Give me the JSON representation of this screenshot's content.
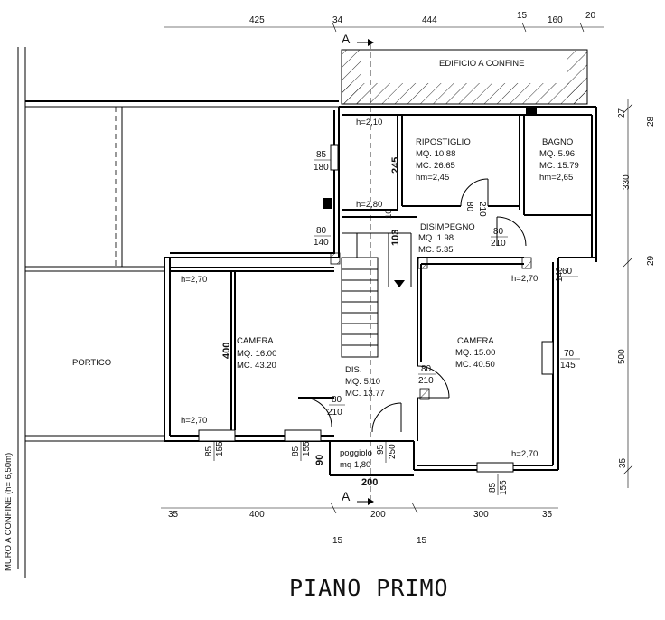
{
  "title": "PIANO PRIMO",
  "neighbour_label": "EDIFICIO A CONFINE",
  "portico_label": "PORTICO",
  "boundary_wall_label": "MURO A CONFINE (h= 6,50m)",
  "section_marks": [
    "A",
    "A"
  ],
  "rooms": {
    "ripostiglio": {
      "name": "RIPOSTIGLIO",
      "mq": "MQ. 10.88",
      "mc": "MC. 26.65",
      "hm": "hm=2,45"
    },
    "bagno": {
      "name": "BAGNO",
      "mq": "MQ. 5.96",
      "mc": "MC. 15.79",
      "hm": "hm=2,65"
    },
    "disimpegno": {
      "name": "DISIMPEGNO",
      "mq": "MQ. 1.98",
      "mc": "MC. 5.35"
    },
    "camera_left": {
      "name": "CAMERA",
      "mq": "MQ. 16.00",
      "mc": "MC. 43.20"
    },
    "camera_right": {
      "name": "CAMERA",
      "mq": "MQ. 15.00",
      "mc": "MC. 40.50"
    },
    "dis": {
      "name": "DIS.",
      "mq": "MQ. 5.10",
      "mc": "MC. 13.77"
    },
    "poggiolo": {
      "name": "poggiolo",
      "mq": "mq 1,80"
    }
  },
  "heights": [
    "h=2,10",
    "h=2,80",
    "h=2,70",
    "h=2,70",
    "h=2,70",
    "h=2,70"
  ],
  "top_dims": [
    "425",
    "34",
    "444",
    "15",
    "160",
    "20"
  ],
  "bottom_dims": [
    "35",
    "400",
    "200",
    "300",
    "35"
  ],
  "bottom_sub_dims": [
    "15",
    "15"
  ],
  "right_dims": [
    "27",
    "28",
    "330",
    "29",
    "500",
    "35"
  ],
  "inner_dims": [
    "245",
    "10",
    "103",
    "400",
    "200",
    "90"
  ],
  "openings": {
    "o1": [
      "85",
      "180"
    ],
    "o2": [
      "80",
      "140"
    ],
    "o3": [
      "80",
      "210"
    ],
    "o4": [
      "60",
      "140"
    ],
    "o5": [
      "80",
      "210"
    ],
    "o6": [
      "80",
      "210"
    ],
    "o7": [
      "70",
      "145"
    ],
    "o8": [
      "85",
      "155"
    ],
    "o9": [
      "85",
      "155"
    ],
    "o10": [
      "95",
      "250"
    ],
    "o11": [
      "85",
      "155"
    ],
    "o12": [
      "80",
      "210"
    ]
  }
}
